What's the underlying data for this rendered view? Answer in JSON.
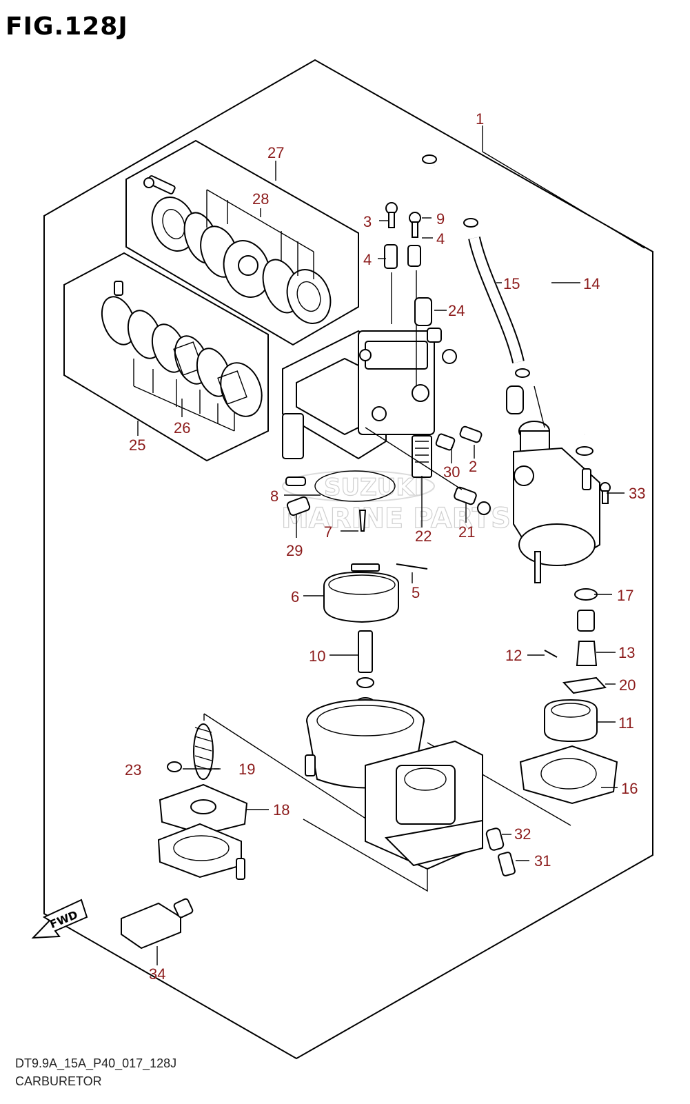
{
  "figure_title": "FIG.128J",
  "footer": {
    "code": "DT9.9A_15A_P40_017_128J",
    "name": "CARBURETOR"
  },
  "watermark": {
    "line1": "SUZUKI",
    "line2": "MARINE PARTS"
  },
  "fwd_label": "FWD",
  "callouts": [
    "1",
    "2",
    "3",
    "4",
    "4",
    "5",
    "6",
    "7",
    "8",
    "9",
    "10",
    "11",
    "12",
    "13",
    "14",
    "15",
    "16",
    "17",
    "18",
    "19",
    "20",
    "21",
    "22",
    "23",
    "24",
    "25",
    "26",
    "27",
    "28",
    "29",
    "30",
    "31",
    "32",
    "33",
    "34"
  ]
}
